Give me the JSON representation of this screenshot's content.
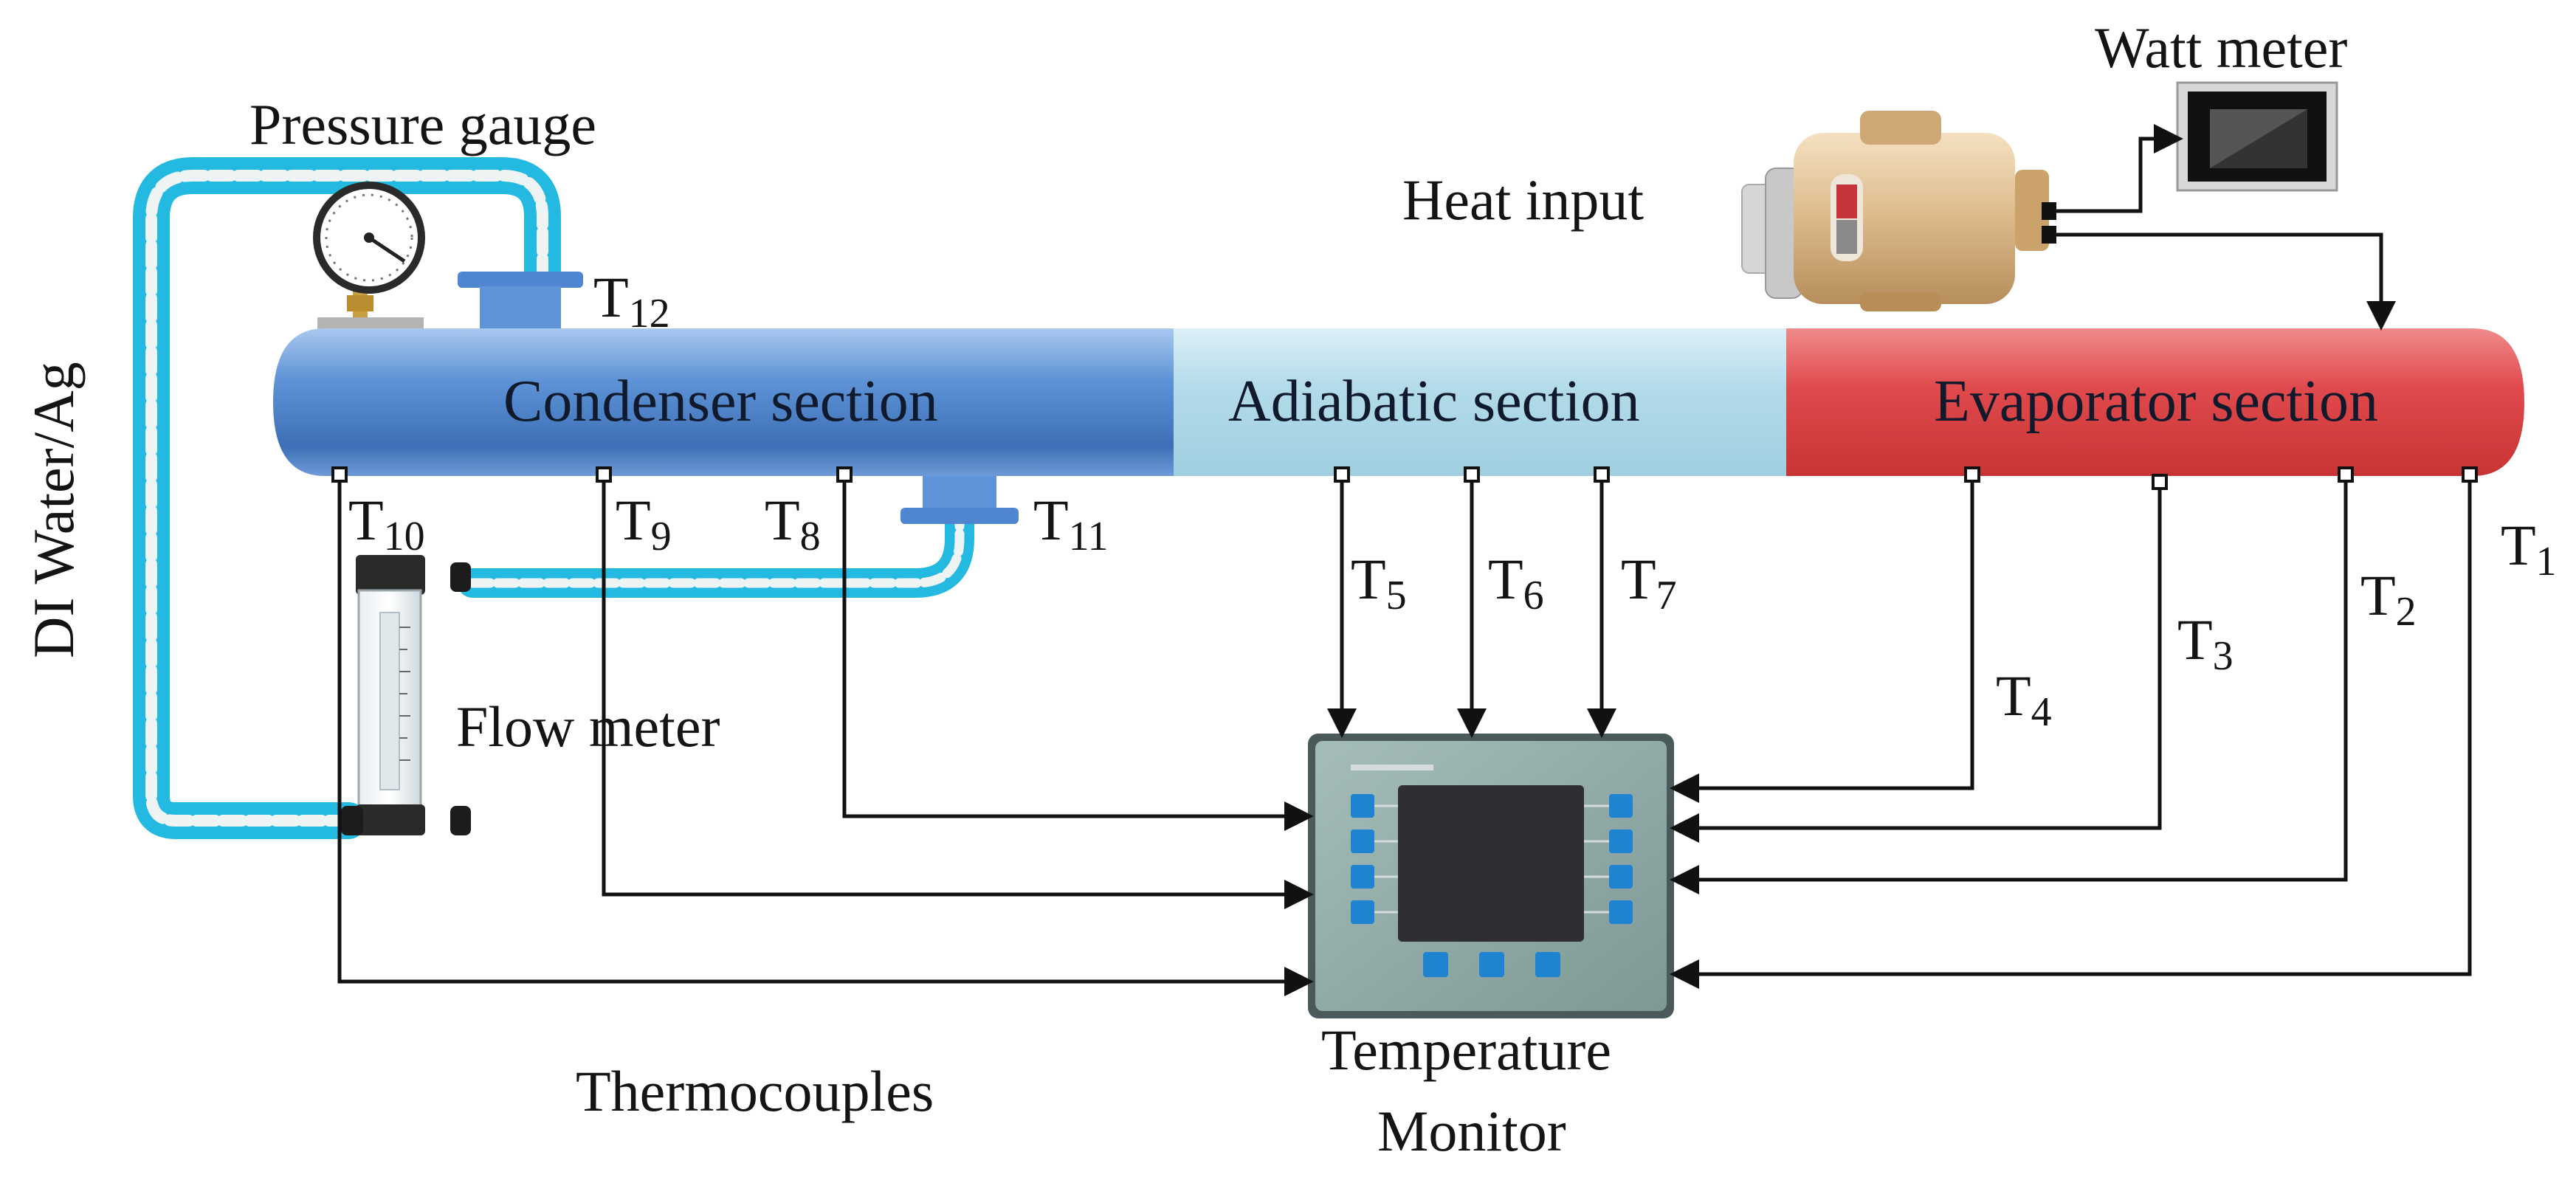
{
  "labels": {
    "watt_meter": "Watt meter",
    "pressure_gauge": "Pressure gauge",
    "heat_input": "Heat input",
    "fluid": "DI Water/Ag",
    "flow_meter": "Flow meter",
    "thermocouples": "Thermocouples",
    "temperature_monitor_line1": "Temperature",
    "temperature_monitor_line2": "Monitor"
  },
  "sections": {
    "condenser": "Condenser section",
    "adiabatic": "Adiabatic section",
    "evaporator": "Evaporator section"
  },
  "thermocouples": [
    {
      "id": "t1",
      "base": "T",
      "sub": "1"
    },
    {
      "id": "t2",
      "base": "T",
      "sub": "2"
    },
    {
      "id": "t3",
      "base": "T",
      "sub": "3"
    },
    {
      "id": "t4",
      "base": "T",
      "sub": "4"
    },
    {
      "id": "t5",
      "base": "T",
      "sub": "5"
    },
    {
      "id": "t6",
      "base": "T",
      "sub": "6"
    },
    {
      "id": "t7",
      "base": "T",
      "sub": "7"
    },
    {
      "id": "t8",
      "base": "T",
      "sub": "8"
    },
    {
      "id": "t9",
      "base": "T",
      "sub": "9"
    },
    {
      "id": "t10",
      "base": "T",
      "sub": "10"
    },
    {
      "id": "t11",
      "base": "T",
      "sub": "11"
    },
    {
      "id": "t12",
      "base": "T",
      "sub": "12"
    }
  ],
  "colors": {
    "condenser": "#5b8fd3",
    "adiabatic": "#b6dcea",
    "evaporator": "#e0484a",
    "coolant_tube": "#2cc1e4",
    "monitor_body": "#8fa8a6",
    "monitor_button": "#1f84cf",
    "wire": "#111111"
  }
}
